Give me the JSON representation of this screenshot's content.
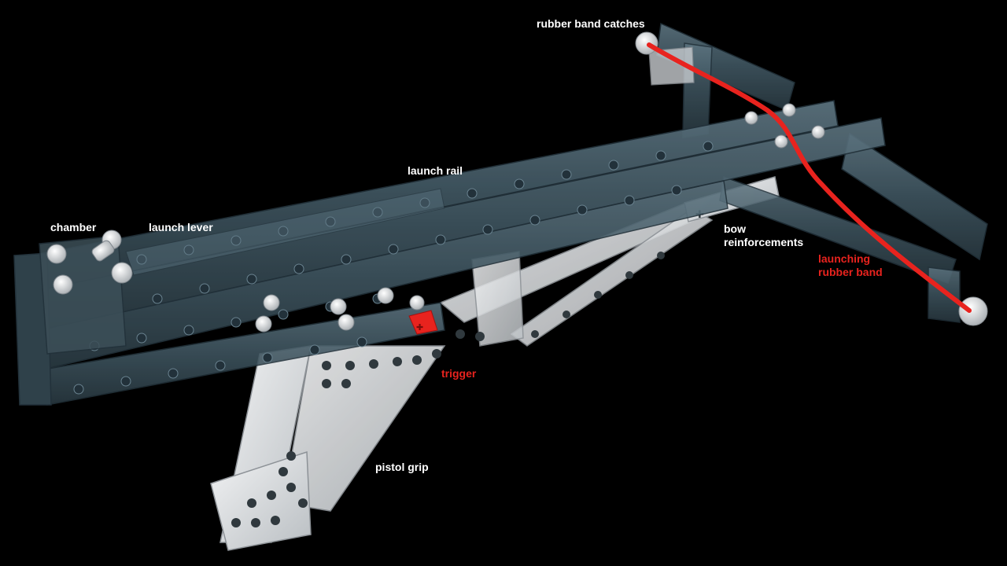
{
  "labels": {
    "rubber_band_catches": "rubber band catches",
    "launch_rail": "launch rail",
    "chamber": "chamber",
    "launch_lever": "launch lever",
    "bow_reinforcements": "bow\nreinforcements",
    "launching_rubber_band": "launching\nrubber band",
    "trigger": "trigger",
    "pistol_grip": "pistol grip"
  },
  "colors": {
    "background": "#000000",
    "beam_dark": "#3f5560",
    "beam_light": "#d9dcdf",
    "rubber_band": "#e8231e",
    "label_default": "#ffffff",
    "label_highlight": "#e8231e"
  }
}
